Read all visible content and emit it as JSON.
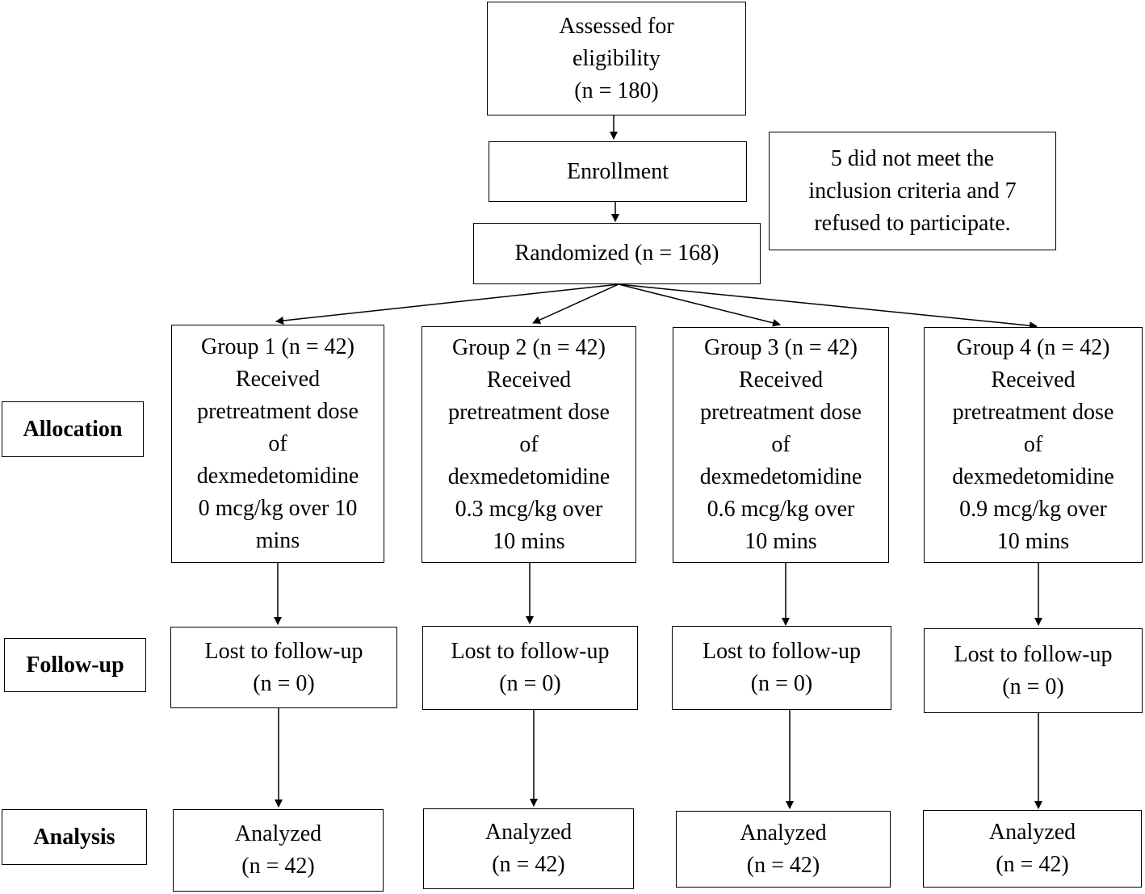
{
  "assessed": {
    "text": "Assessed for\neligibility\n(n = 180)"
  },
  "enrollment": {
    "text": "Enrollment"
  },
  "exclusion": {
    "text": "5 did not meet the\ninclusion criteria and 7\nrefused to participate."
  },
  "randomized": {
    "text": "Randomized (n = 168)"
  },
  "stages": {
    "allocation": "Allocation",
    "followup": "Follow-up",
    "analysis": "Analysis"
  },
  "groups": [
    {
      "allocation": "Group 1 (n = 42)\nReceived\npretreatment dose\nof\ndexmedetomidine\n0 mcg/kg over 10\nmins",
      "followup": "Lost to follow-up\n(n = 0)",
      "analysis": "Analyzed\n(n = 42)"
    },
    {
      "allocation": "Group 2 (n = 42)\nReceived\npretreatment dose\nof\ndexmedetomidine\n0.3 mcg/kg over\n10 mins",
      "followup": "Lost to follow-up\n(n = 0)",
      "analysis": "Analyzed\n(n = 42)"
    },
    {
      "allocation": "Group 3 (n = 42)\nReceived\npretreatment dose\nof\ndexmedetomidine\n0.6 mcg/kg over\n10 mins",
      "followup": "Lost to follow-up\n(n = 0)",
      "analysis": "Analyzed\n(n = 42)"
    },
    {
      "allocation": "Group 4 (n = 42)\nReceived\npretreatment dose\nof\ndexmedetomidine\n0.9 mcg/kg over\n10 mins",
      "followup": "Lost to follow-up\n(n = 0)",
      "analysis": "Analyzed\n(n = 42)"
    }
  ]
}
